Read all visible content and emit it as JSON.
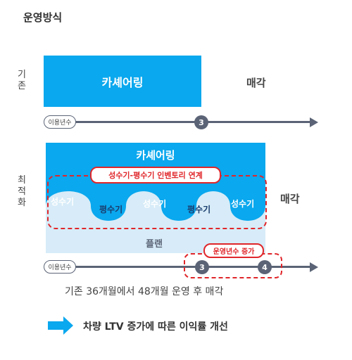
{
  "title": "운영방식",
  "existing": {
    "row_label": [
      "기",
      "존"
    ],
    "main_label": "카셰어링",
    "side_label": "매각",
    "usage_label": "이용년수",
    "marker": "3"
  },
  "optimized": {
    "row_label": [
      "최",
      "적",
      "화"
    ],
    "top_label": "카셰어링",
    "inventory_label": "성수기-평수기 인벤토리 연계",
    "waves": [
      "성수기",
      "평수기",
      "성수기",
      "평수기",
      "성수기"
    ],
    "bottom_label": "플랜",
    "side_label": "매각",
    "usage_label": "이용년수",
    "increase_label": "운영년수 증가",
    "markers": [
      "3",
      "4"
    ]
  },
  "caption": "기존 36개월에서 48개월 운영 후 매각",
  "conclusion": "차량 LTV 증가에 따른 이익률 개선",
  "colors": {
    "blue": "#0aa8ee",
    "light_blue": "#d7ecf8",
    "timeline": "#5b6476",
    "red": "#e0262a"
  }
}
